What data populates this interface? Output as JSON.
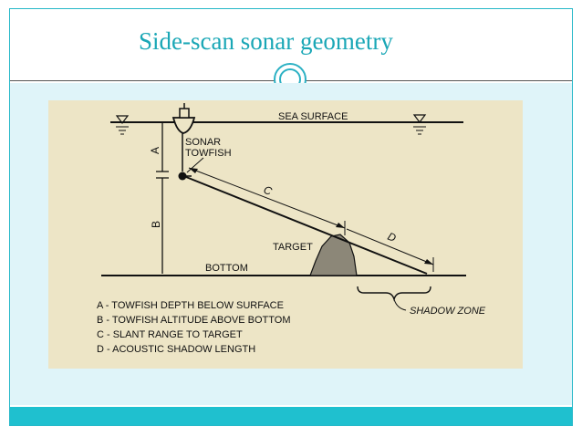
{
  "slide": {
    "title": "Side-scan sonar geometry",
    "accent_color": "#1aa7b6",
    "background_color": "#dff4f9",
    "footer_color": "#1fc0cf"
  },
  "diagram": {
    "labels": {
      "sea_surface": "SEA SURFACE",
      "sonar": "SONAR",
      "towfish": "TOWFISH",
      "target": "TARGET",
      "bottom": "BOTTOM",
      "shadow_zone": "SHADOW ZONE",
      "dim_a": "A",
      "dim_b": "B",
      "dim_c": "C",
      "dim_d": "D"
    },
    "legend": [
      "A - TOWFISH DEPTH BELOW SURFACE",
      "B - TOWFISH ALTITUDE ABOVE BOTTOM",
      "C - SLANT RANGE TO TARGET",
      "D - ACOUSTIC SHADOW LENGTH"
    ],
    "icons": [
      "ship-icon",
      "towfish-icon",
      "water-level-marker-icon"
    ]
  }
}
